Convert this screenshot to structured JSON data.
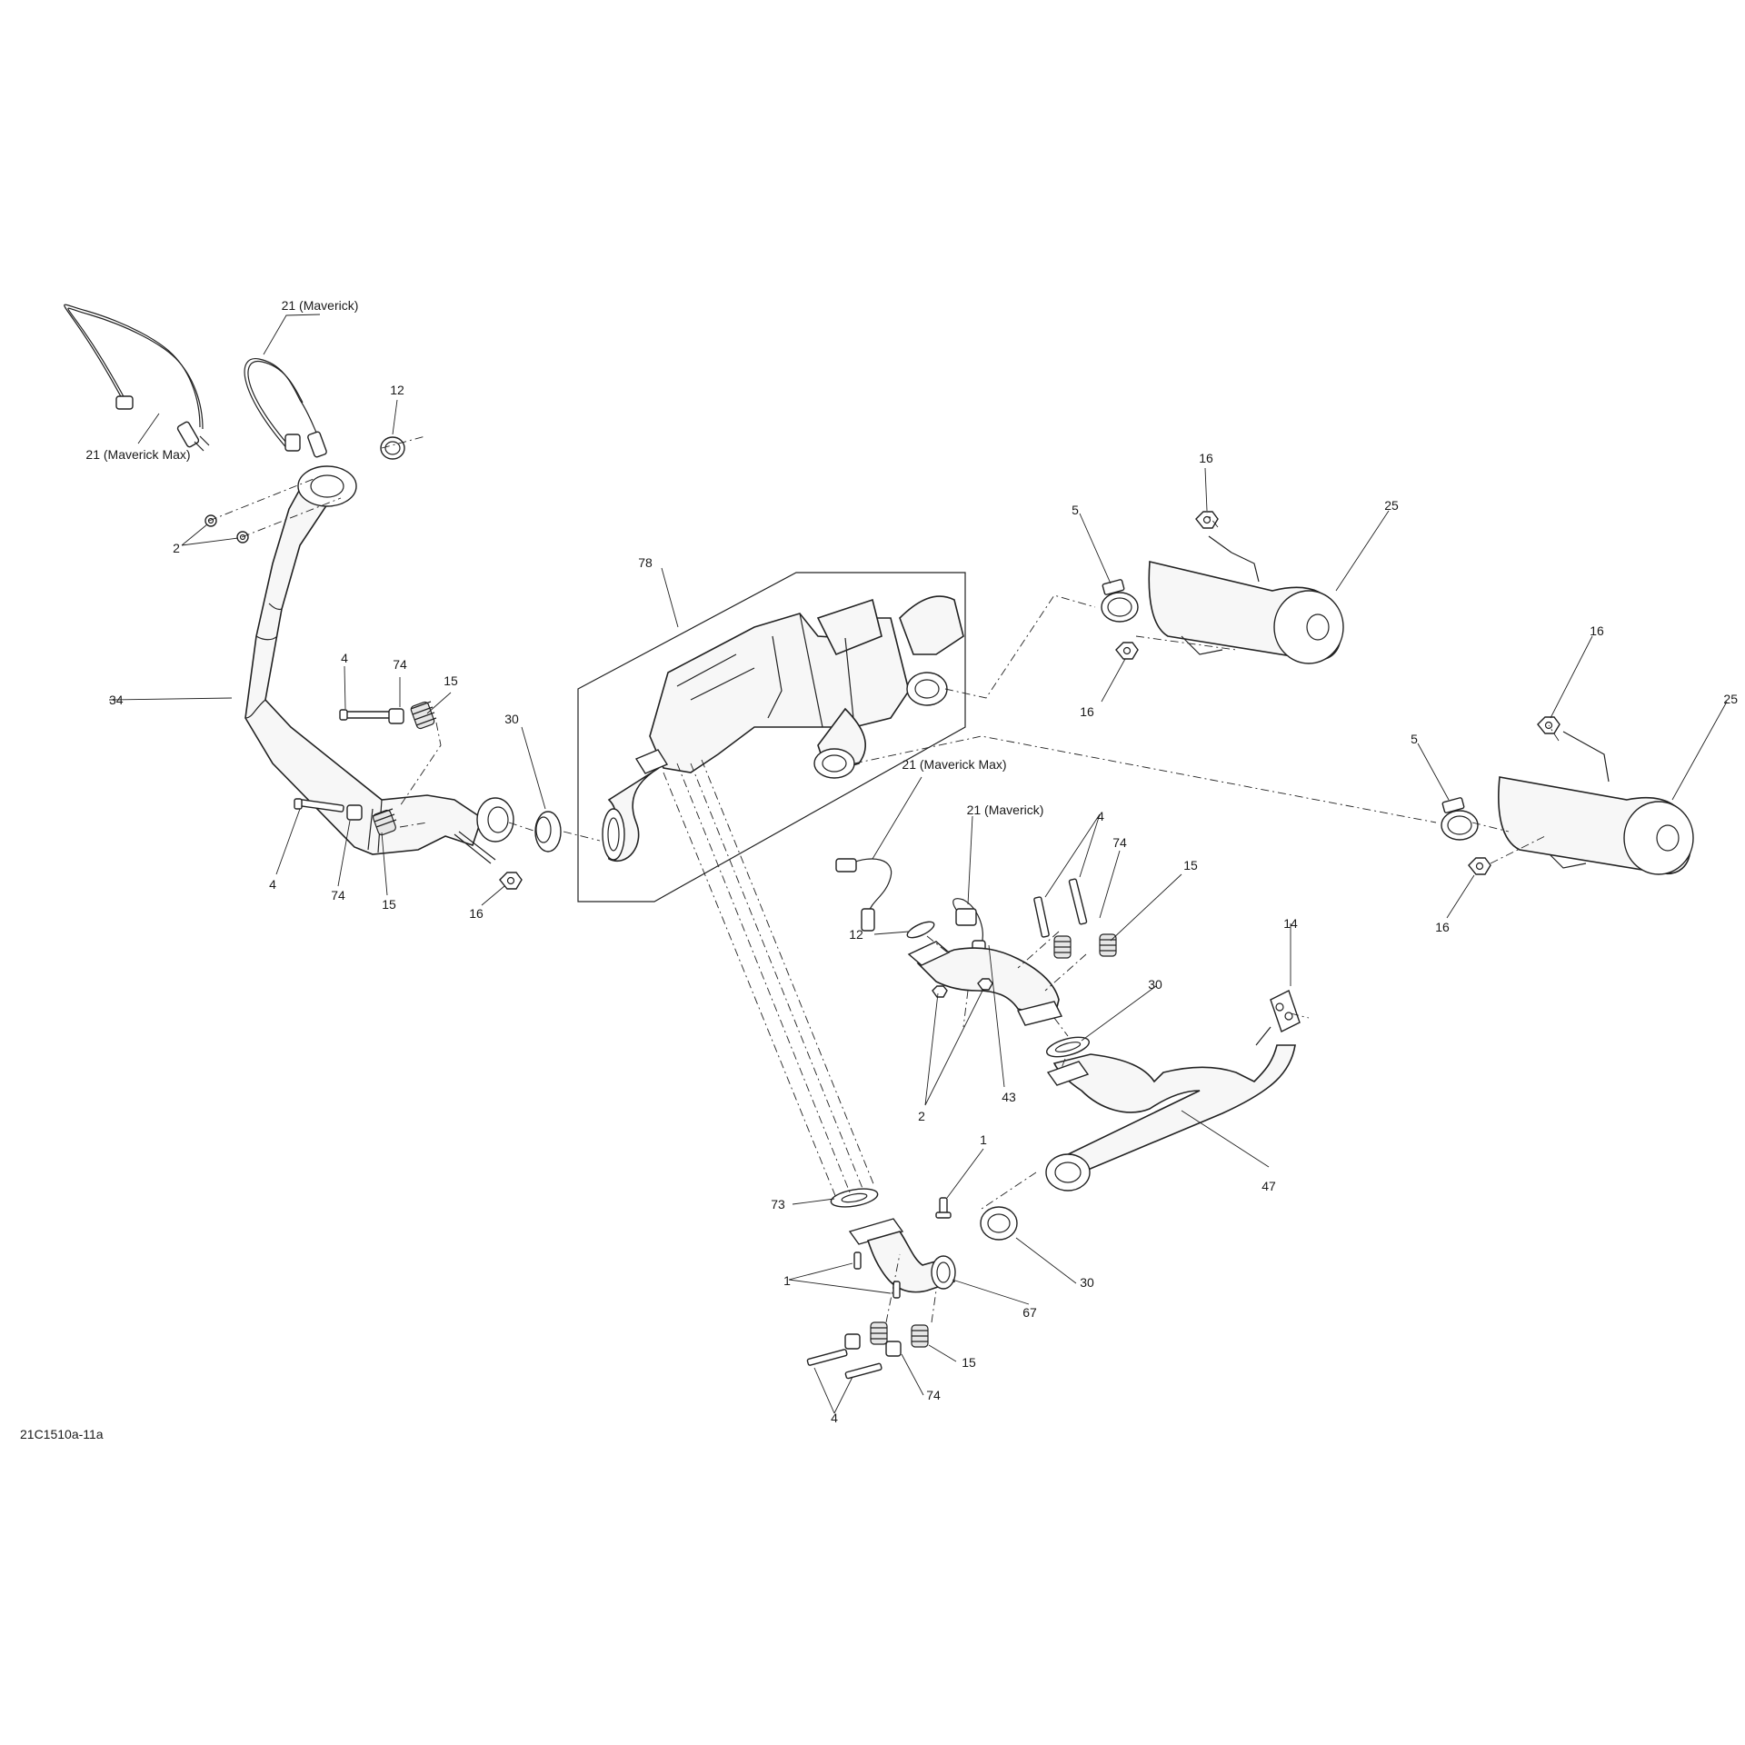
{
  "diagram": {
    "reference_code": "21C1510a-11a",
    "callouts": {
      "c_21_maverick_top": "21 (Maverick)",
      "c_21_maverick_max_top": "21 (Maverick Max)",
      "c_12_top": "12",
      "c_2_top": "2",
      "c_34": "34",
      "c_4_left_top": "4",
      "c_74_left_top": "74",
      "c_15_left_top": "15",
      "c_30_left": "30",
      "c_4_left_bottom": "4",
      "c_74_left_bottom": "74",
      "c_15_left_bottom": "15",
      "c_16_left": "16",
      "c_78": "78",
      "c_16_rt_top": "16",
      "c_5_rt_top": "5",
      "c_25_rt_top": "25",
      "c_16_rt_top_lower": "16",
      "c_16_rt_bot_top": "16",
      "c_5_rt_bot": "5",
      "c_25_rt_bot": "25",
      "c_16_rt_bot_lower": "16",
      "c_21_maverick_max_mid": "21 (Maverick Max)",
      "c_21_maverick_mid": "21 (Maverick)",
      "c_4_mid": "4",
      "c_74_mid": "74",
      "c_15_mid": "15",
      "c_12_mid": "12",
      "c_30_mid": "30",
      "c_14": "14",
      "c_2_mid": "2",
      "c_43": "43",
      "c_47": "47",
      "c_1_top": "1",
      "c_73": "73",
      "c_30_bottom": "30",
      "c_1_left": "1",
      "c_67": "67",
      "c_15_bottom": "15",
      "c_74_bottom": "74",
      "c_4_bottom": "4"
    }
  }
}
